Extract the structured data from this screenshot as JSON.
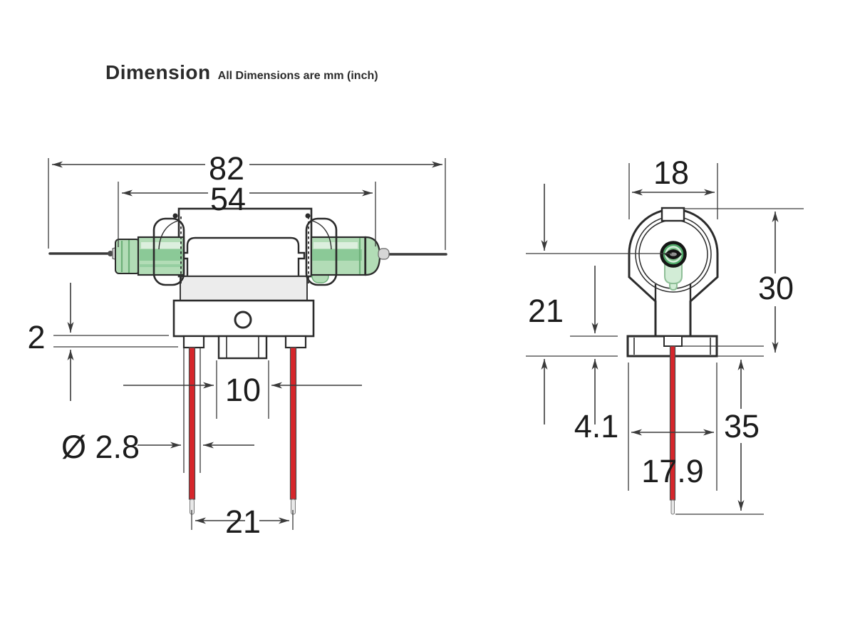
{
  "header": {
    "title": "Dimension",
    "subtitle": "All Dimensions are mm (inch)"
  },
  "front_view": {
    "name": "front-view",
    "dim_overall_length": "82",
    "dim_body_length": "54",
    "dim_tab_height": "2",
    "dim_center_tab_width": "10",
    "dim_wire_diameter": "Ø 2.8",
    "dim_wire_pitch": "21"
  },
  "side_view": {
    "name": "side-view",
    "dim_head_width": "18",
    "dim_overall_height": "30",
    "dim_center_to_base": "21",
    "dim_flange_thickness": "4.1",
    "dim_flange_width": "17.9",
    "dim_wire_length": "35"
  },
  "colors": {
    "ink": "#2b2b2b",
    "dim_line": "#3a3a3a",
    "wire_red": "#d6262b",
    "glass_green_light": "#b2dcb6",
    "glass_green_mid": "#84c592",
    "glass_green_dark": "#4fa968",
    "glass_green_pale": "#d2ecd6",
    "metal_grey": "#d6d6d6",
    "band_grey": "#ececec",
    "background": "#ffffff"
  }
}
